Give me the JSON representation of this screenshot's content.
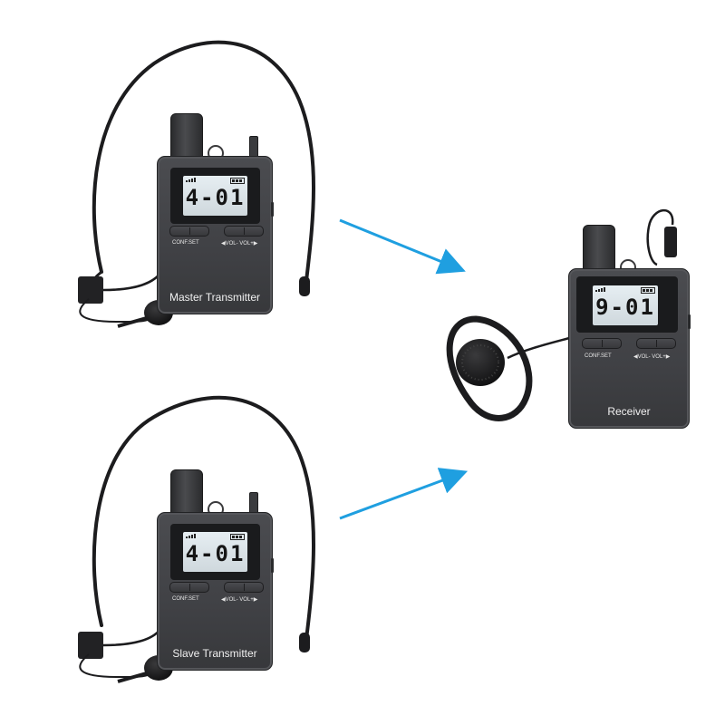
{
  "master": {
    "lcd": "4-01",
    "conf_label": "CONF.SET",
    "vol_label": "◀VOL-   VOL+▶",
    "name": "Master Transmitter"
  },
  "slave": {
    "lcd": "4-01",
    "conf_label": "CONF.SET",
    "vol_label": "◀VOL-   VOL+▶",
    "name": "Slave Transmitter"
  },
  "receiver": {
    "lcd": "9-01",
    "conf_label": "CONF.SET",
    "vol_label": "◀VOL-   VOL+▶",
    "name": "Receiver"
  },
  "colors": {
    "arrow": "#1f9fe0",
    "device_body": "#434448",
    "cable": "#1c1c1e"
  },
  "icons": [
    "headset-microphone-icon",
    "earpiece-icon",
    "arrow-icon"
  ]
}
